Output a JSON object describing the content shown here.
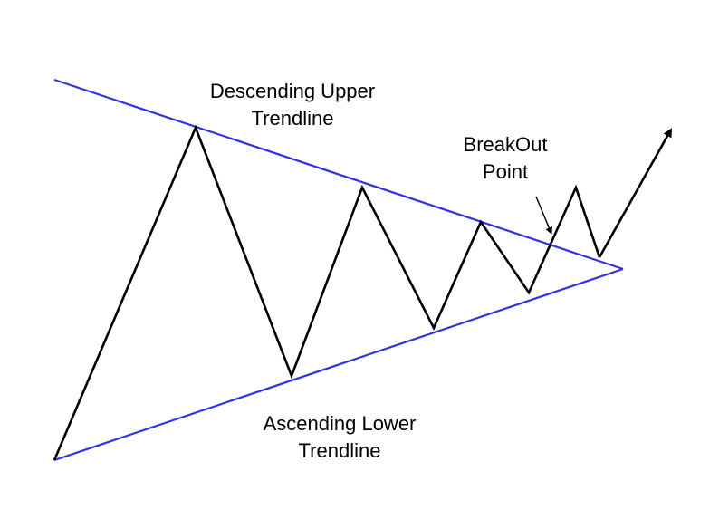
{
  "labels": {
    "upper_trendline": [
      "Descending Upper",
      "Trendline"
    ],
    "lower_trendline": [
      "Ascending Lower",
      "Trendline"
    ],
    "breakout": [
      "BreakOut",
      "Point"
    ]
  },
  "colors": {
    "trendline": "#3333dd",
    "price": "#000000",
    "background": "#ffffff"
  }
}
